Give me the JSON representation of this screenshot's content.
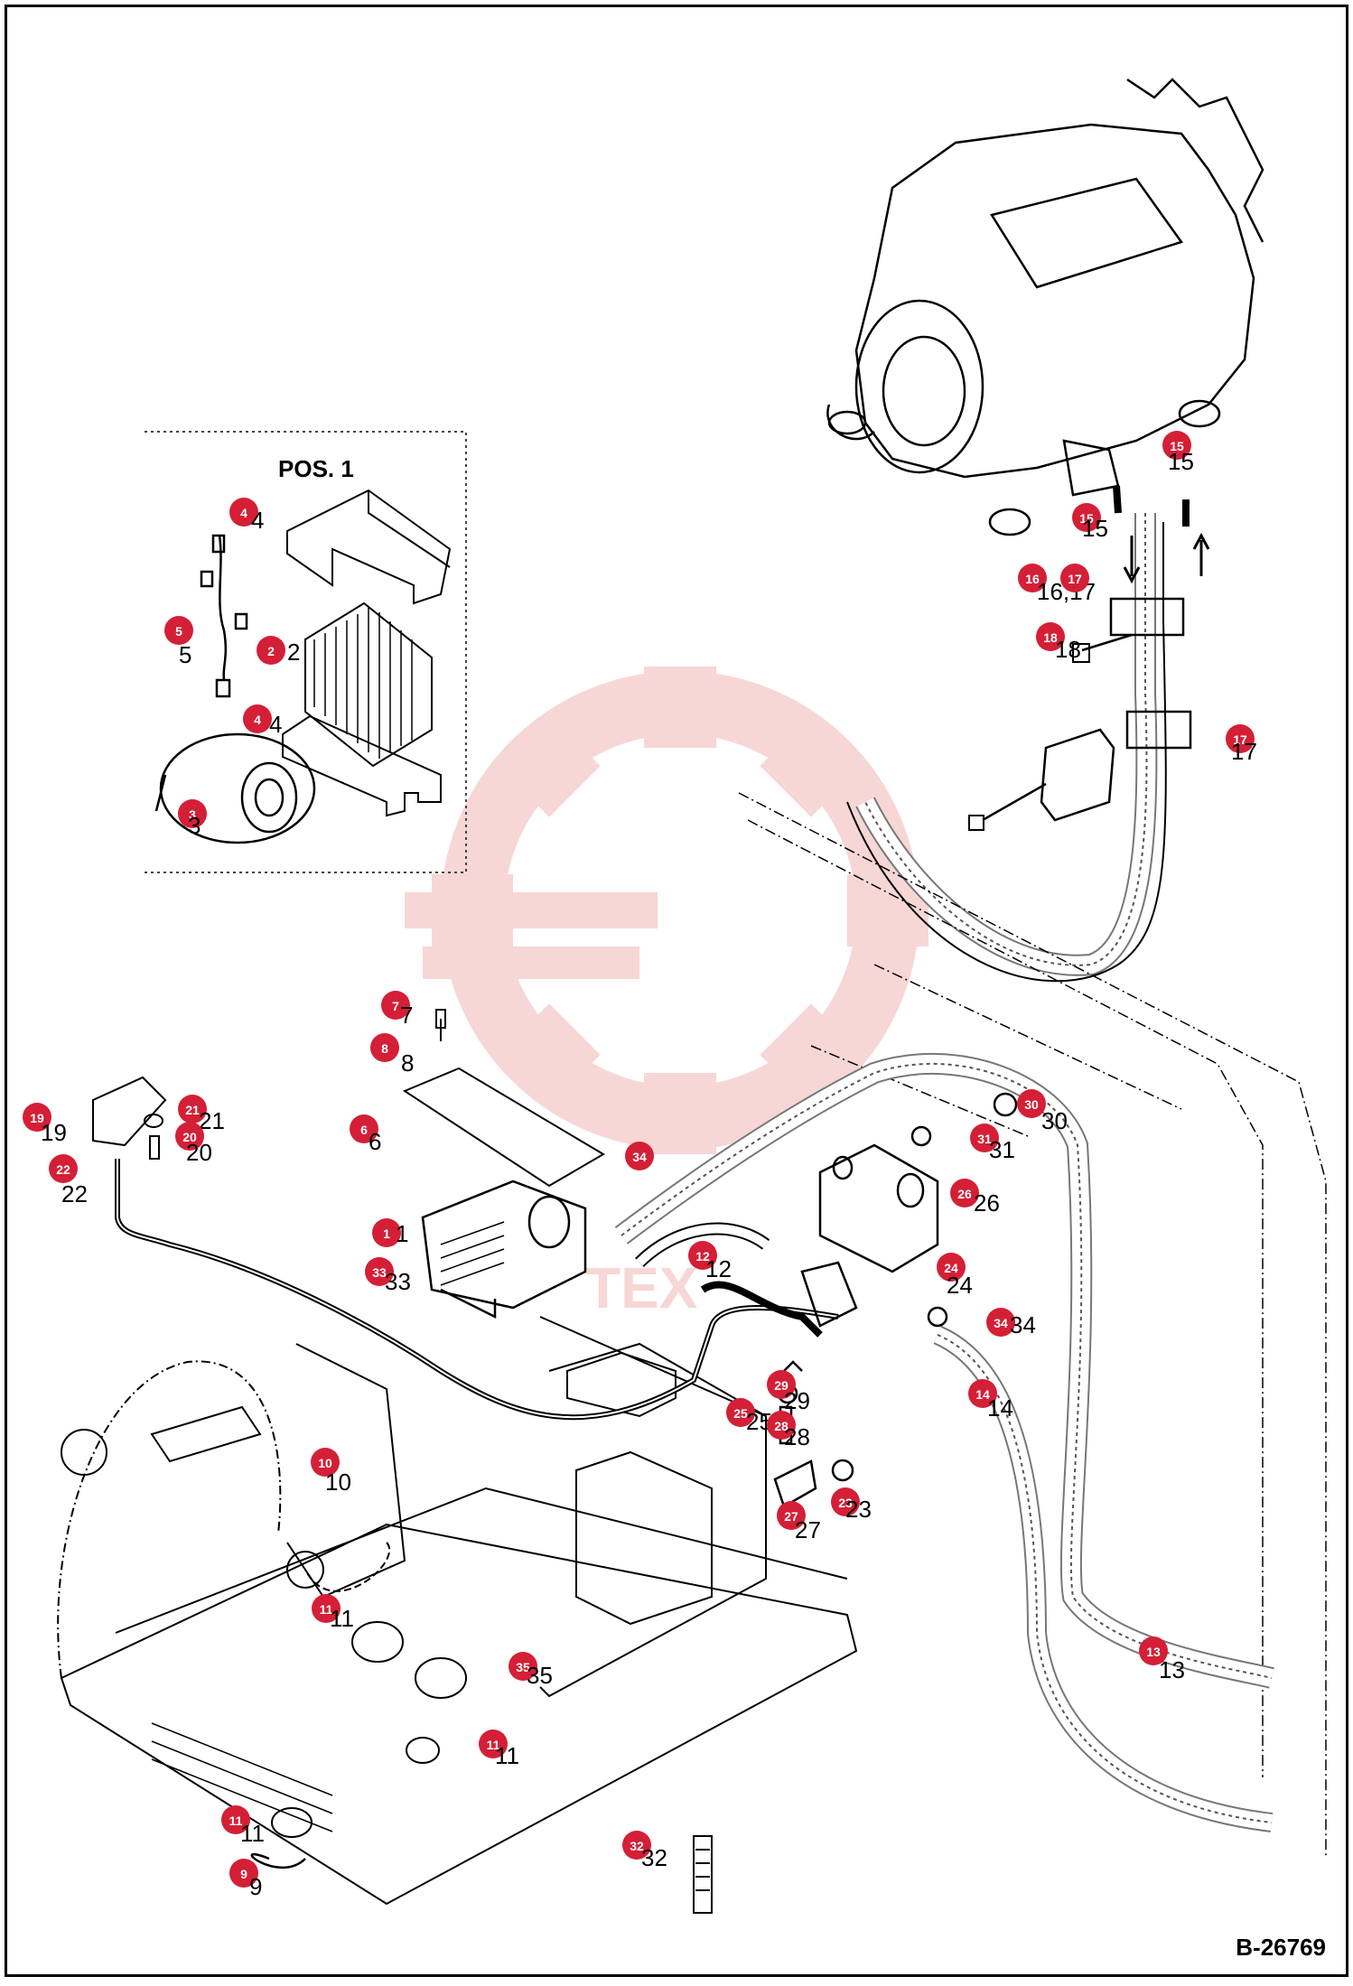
{
  "inset": {
    "title": "POS. 1"
  },
  "drawing_code": "B-26769",
  "watermark_text": "TEX",
  "colors": {
    "badge": "#d41f36",
    "watermark": "#f2b5b5",
    "line": "#000000"
  },
  "labels": [
    {
      "id": "4a",
      "badge": "4",
      "text": "4"
    },
    {
      "id": "5",
      "badge": "5",
      "text": "5"
    },
    {
      "id": "2",
      "badge": "2",
      "text": "2"
    },
    {
      "id": "4b",
      "badge": "4",
      "text": "4"
    },
    {
      "id": "3",
      "badge": "3",
      "text": "3"
    },
    {
      "id": "15a",
      "badge": "15",
      "text": "15"
    },
    {
      "id": "15b",
      "badge": "15",
      "text": "15"
    },
    {
      "id": "16",
      "badge": "16",
      "text": "16,17"
    },
    {
      "id": "17a",
      "badge": "17",
      "text": ""
    },
    {
      "id": "18",
      "badge": "18",
      "text": "18"
    },
    {
      "id": "17b",
      "badge": "17",
      "text": "17"
    },
    {
      "id": "7",
      "badge": "7",
      "text": "7"
    },
    {
      "id": "8",
      "badge": "8",
      "text": "8"
    },
    {
      "id": "6",
      "badge": "6",
      "text": "6"
    },
    {
      "id": "19",
      "badge": "19",
      "text": "19"
    },
    {
      "id": "21",
      "badge": "21",
      "text": "21"
    },
    {
      "id": "20",
      "badge": "20",
      "text": "20"
    },
    {
      "id": "22",
      "badge": "22",
      "text": "22"
    },
    {
      "id": "1",
      "badge": "1",
      "text": "1"
    },
    {
      "id": "33",
      "badge": "33",
      "text": "33"
    },
    {
      "id": "34a",
      "badge": "34",
      "text": ""
    },
    {
      "id": "12",
      "badge": "12",
      "text": "12"
    },
    {
      "id": "30",
      "badge": "30",
      "text": "30"
    },
    {
      "id": "31",
      "badge": "31",
      "text": "31"
    },
    {
      "id": "26",
      "badge": "26",
      "text": "26"
    },
    {
      "id": "24",
      "badge": "24",
      "text": "24"
    },
    {
      "id": "34b",
      "badge": "34",
      "text": "34"
    },
    {
      "id": "14",
      "badge": "14",
      "text": "14"
    },
    {
      "id": "29",
      "badge": "29",
      "text": "29"
    },
    {
      "id": "25",
      "badge": "25",
      "text": "25"
    },
    {
      "id": "28",
      "badge": "28",
      "text": "28"
    },
    {
      "id": "23",
      "badge": "23",
      "text": "23"
    },
    {
      "id": "27",
      "badge": "27",
      "text": "27"
    },
    {
      "id": "10",
      "badge": "10",
      "text": "10"
    },
    {
      "id": "11a",
      "badge": "11",
      "text": "11"
    },
    {
      "id": "35",
      "badge": "35",
      "text": "35"
    },
    {
      "id": "11b",
      "badge": "11",
      "text": "11"
    },
    {
      "id": "11c",
      "badge": "11",
      "text": "11"
    },
    {
      "id": "9",
      "badge": "9",
      "text": "9"
    },
    {
      "id": "32",
      "badge": "32",
      "text": "32"
    },
    {
      "id": "13",
      "badge": "13",
      "text": "13"
    }
  ]
}
